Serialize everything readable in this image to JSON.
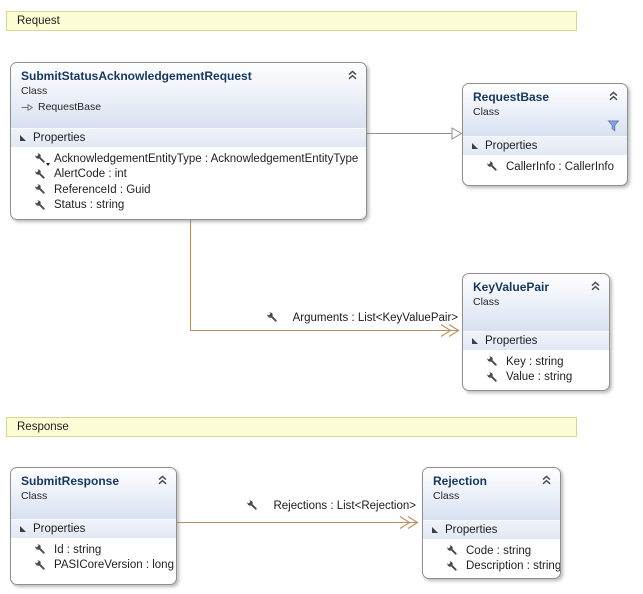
{
  "banners": {
    "request": "Request",
    "response": "Response"
  },
  "classes": [
    {
      "title": "SubmitStatusAcknowledgementRequest",
      "stereotype": "Class",
      "base": "RequestBase",
      "section": "Properties",
      "members": [
        "AcknowledgementEntityType : AcknowledgementEntityType",
        "AlertCode : int",
        "ReferenceId : Guid",
        "Status : string"
      ]
    },
    {
      "title": "RequestBase",
      "stereotype": "Class",
      "section": "Properties",
      "members": [
        "CallerInfo : CallerInfo"
      ]
    },
    {
      "title": "KeyValuePair",
      "stereotype": "Class",
      "section": "Properties",
      "members": [
        "Key : string",
        "Value : string"
      ]
    },
    {
      "title": "SubmitResponse",
      "stereotype": "Class",
      "section": "Properties",
      "members": [
        "Id : string",
        "PASICoreVersion : long"
      ]
    },
    {
      "title": "Rejection",
      "stereotype": "Class",
      "section": "Properties",
      "members": [
        "Code : string",
        "Description : string"
      ]
    }
  ],
  "associations": [
    {
      "label": "Arguments : List<KeyValuePair>"
    },
    {
      "label": "Rejections : List<Rejection>"
    }
  ],
  "icons": {
    "collapse": "double-chevron-up",
    "expander": "expanded-triangle",
    "member": "wrench",
    "filter": "funnel",
    "inherits": "open-arrow"
  },
  "colors": {
    "banner_bg": "#fcfcd5",
    "banner_border": "#d6d592",
    "header_gradient_bottom": "#d8e1f1",
    "section_bg": "#e1e8f4",
    "title_text": "#17375e",
    "association_line": "#b98e61",
    "inheritance_line": "#8f8f8f",
    "filter_icon": "#8aa7dc"
  }
}
